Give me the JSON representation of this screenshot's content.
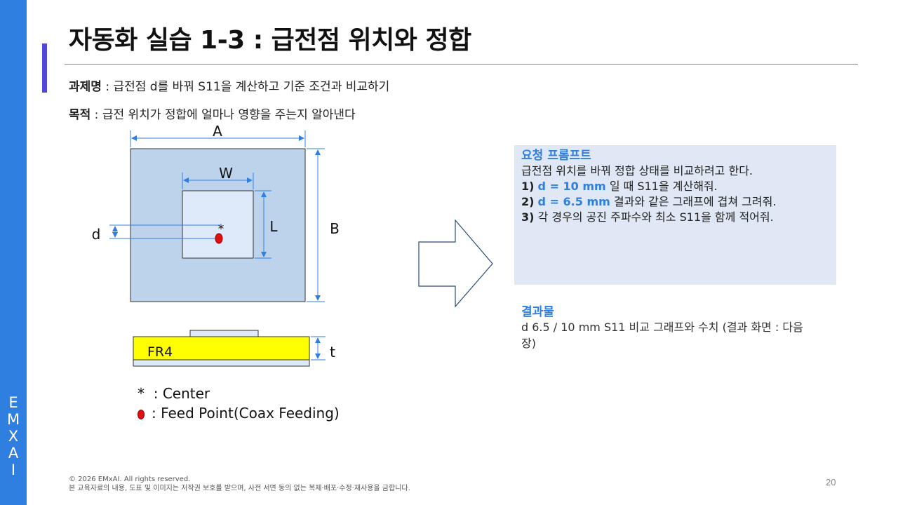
{
  "slide": {
    "title": "자동화 실습 1-3 : 급전점 위치와 정합",
    "task_label": "과제명",
    "task_text": " : 급전점 d를 바꿔 S11을 계산하고 기준 조건과 비교하기",
    "goal_label": "목적",
    "goal_text": " : 급전 위치가 정합에 얼마나 영향을 주는지 알아낸다"
  },
  "diagram": {
    "label_A": "A",
    "label_B": "B",
    "label_W": "W",
    "label_L": "L",
    "label_d": "d",
    "label_center": "*",
    "label_fr4": "FR4",
    "label_t": "t",
    "colors": {
      "ground_plane": "#bdd3eb",
      "patch": "#deeafa",
      "substrate": "#ffff00",
      "feed": "#e01010",
      "dimension": "#2f7fe0"
    }
  },
  "legend": {
    "center_symbol": "*",
    "center_text": ": Center",
    "feed_text": ": Feed Point(Coax Feeding)"
  },
  "prompt": {
    "heading": "요청 프롬프트",
    "intro": "급전점 위치를 바꿔 정합 상태를 비교하려고 한다.",
    "items": [
      {
        "num": "1)",
        "highlight": "d = 10 mm",
        "rest": " 일 때 S11을 계산해줘."
      },
      {
        "num": "2)",
        "highlight": "d = 6.5 mm",
        "rest": " 결과와 같은 그래프에 겹쳐 그려줘."
      },
      {
        "num": "3)",
        "highlight": "",
        "rest": " 각 경우의 공진 주파수와 최소 S11을 함께 적어줘."
      }
    ]
  },
  "result": {
    "heading": "결과물",
    "body": "d 6.5 / 10 mm S11 비교 그래프와 수치  (결과 화면 : 다음 장)"
  },
  "footer": {
    "copyright": "© 2026 EMxAI. All rights reserved.",
    "notice": "본 교육자료의 내용, 도표 및 이미지는 저작권 보호를 받으며, 사전 서면 동의 없는 복제·배포·수정·재사용을 금합니다.",
    "page": "20"
  },
  "brand": {
    "side_letters": [
      "E",
      "M",
      "X",
      "A",
      "I"
    ],
    "accent_color": "#2f7fe0",
    "title_accent_color": "#5048d8"
  }
}
